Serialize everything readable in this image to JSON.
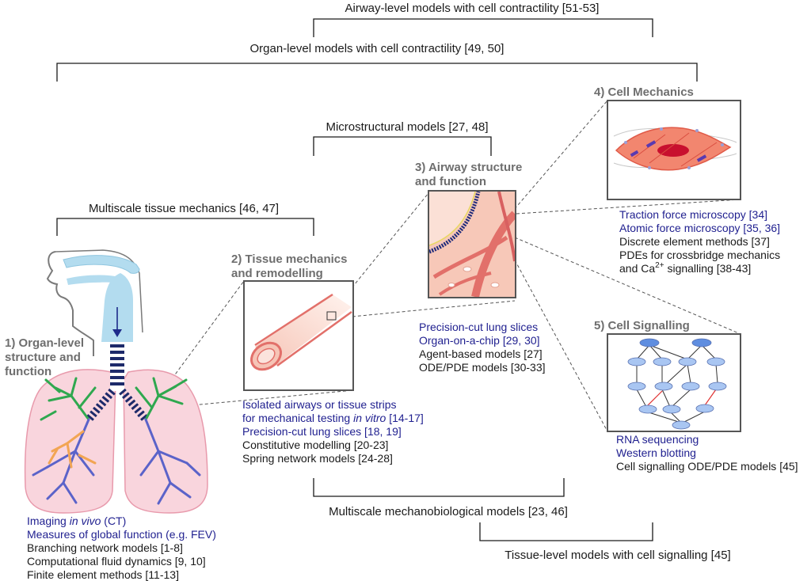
{
  "brackets": {
    "airway_cell": "Airway-level models with cell contractility [51-53]",
    "organ_cell": "Organ-level models with cell contractility [49, 50]",
    "microstructural": "Microstructural models [27, 48]",
    "multiscale_tissue": "Multiscale tissue mechanics [46, 47]",
    "multiscale_mechano": "Multiscale mechanobiological models [23, 46]",
    "tissue_signalling": "Tissue-level models with cell signalling [45]"
  },
  "sections": {
    "organ": {
      "title_1": "1) Organ-level",
      "title_2": "structure and",
      "title_3": "function",
      "imaging_prefix": "Imaging ",
      "imaging_italic": "in vivo",
      "imaging_suffix": " (CT)",
      "global_function": "Measures of global function (e.g. FEV)",
      "branching": "Branching network models [1-8]",
      "cfd": "Computational fluid dynamics [9, 10]",
      "fem": "Finite element methods [11-13]"
    },
    "tissue": {
      "title_1": "2) Tissue mechanics",
      "title_2": "and remodelling",
      "isolated": "Isolated airways or tissue strips",
      "testing_prefix": "for mechanical testing ",
      "testing_italic": "in vitro",
      "testing_suffix": " [14-17]",
      "pcls": "Precision-cut lung slices [18, 19]",
      "constitutive": "Constitutive modelling [20-23]",
      "spring": "Spring network models [24-28]"
    },
    "airway": {
      "title_1": "3) Airway structure",
      "title_2": "and function",
      "pcls": "Precision-cut lung slices",
      "organ_chip": "Organ-on-a-chip [29, 30]",
      "agent": "Agent-based models [27]",
      "odepde": "ODE/PDE models [30-33]"
    },
    "cell_mech": {
      "title": "4) Cell Mechanics",
      "traction": "Traction force microscopy [34]",
      "afm": "Atomic force microscopy [35, 36]",
      "discrete": "Discrete element methods [37]",
      "pdes": "PDEs for crossbridge mechanics",
      "ca_prefix": "and Ca",
      "ca_sup": "2+",
      "ca_suffix": " signalling [38-43]"
    },
    "cell_sig": {
      "title": "5) Cell Signalling",
      "rna": "RNA sequencing",
      "western": "Western blotting",
      "odepde": "Cell signalling ODE/PDE models [45]"
    }
  },
  "colors": {
    "black_text": "#1a1a1a",
    "blue_text": "#1f1f8f",
    "title_gray": "#6e6e6e",
    "lung_pink": "#f9d5dd",
    "trachea_blue": "#b3dcef",
    "bronchi_green": "#2fa84f",
    "bronchi_purple": "#5b63c9",
    "bronchi_orange": "#f2a553",
    "tissue_pink": "#f4b6a6",
    "cell_red": "#e64a4a",
    "node_blue": "#a9c6f2"
  }
}
